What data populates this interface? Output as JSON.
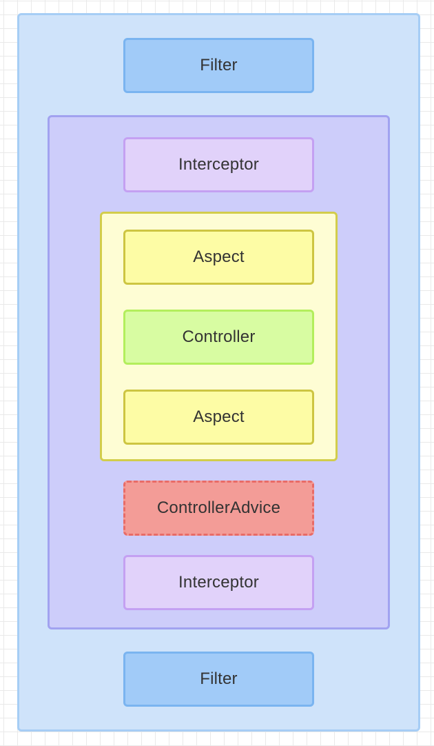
{
  "colors": {
    "outer_fill": "#cfe3fa",
    "outer_border": "#a6cdf5",
    "middle_fill": "#cdcdfa",
    "middle_border": "#a1a2f0",
    "inner_fill": "#fefdd4",
    "inner_border": "#d2cd4b",
    "filter_fill": "#a1cbf8",
    "interceptor_fill": "#e1d2fa",
    "aspect_fill": "#fdfca5",
    "controller_fill": "#d8fca2",
    "controller_advice_fill": "#f39c97"
  },
  "diagram": {
    "filter_top": "Filter",
    "interceptor_top": "Interceptor",
    "aspect_top": "Aspect",
    "controller": "Controller",
    "aspect_bottom": "Aspect",
    "controller_advice": "ControllerAdvice",
    "interceptor_bottom": "Interceptor",
    "filter_bottom": "Filter"
  }
}
